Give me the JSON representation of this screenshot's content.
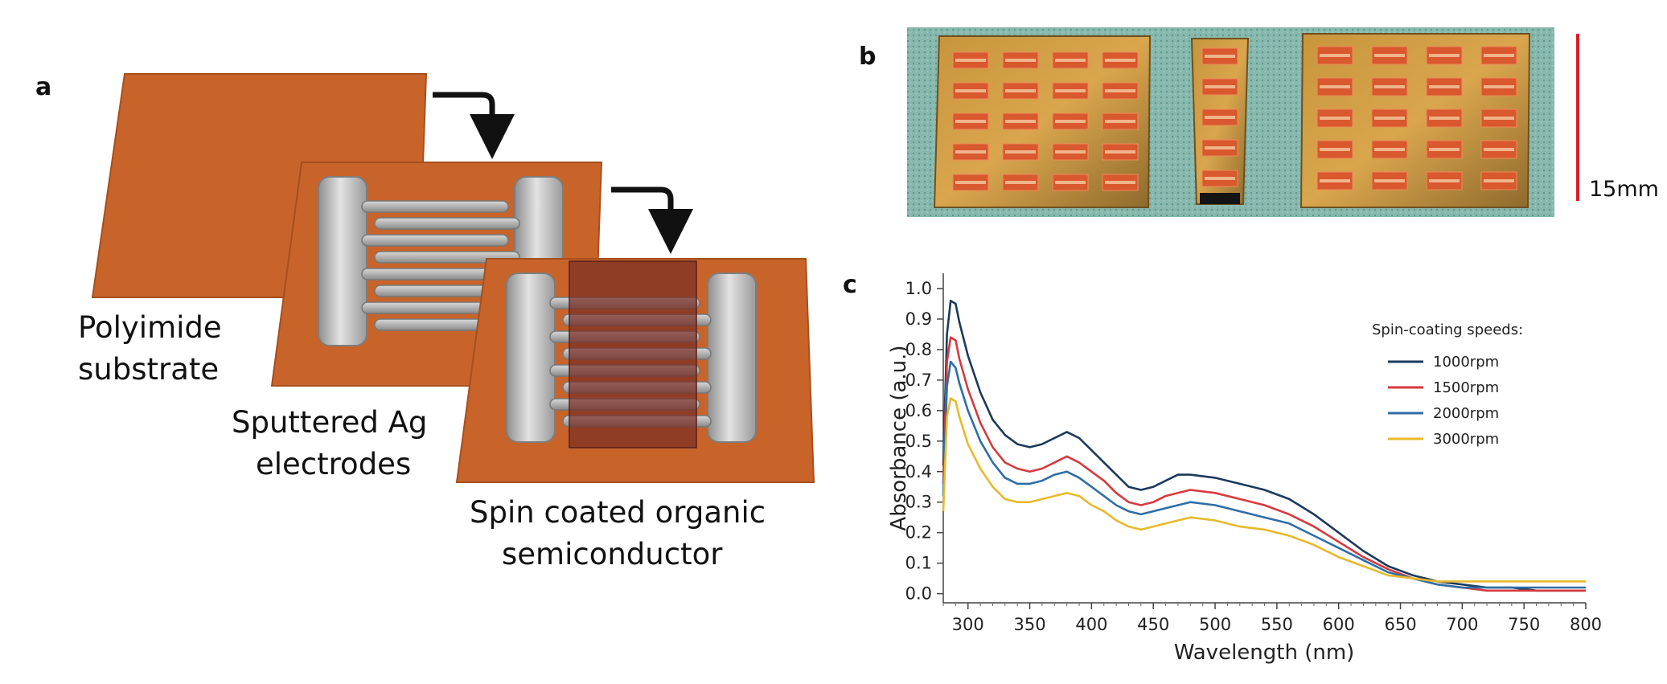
{
  "panels": {
    "a": {
      "letter": "a",
      "layer1_label_line1": "Polyimide",
      "layer1_label_line2": "substrate",
      "layer2_label_line1": "Sputtered Ag",
      "layer2_label_line2": "electrodes",
      "layer3_label_line1": "Spin coated organic",
      "layer3_label_line2": "semiconductor"
    },
    "b": {
      "letter": "b",
      "scale_label": "15mm"
    },
    "c": {
      "letter": "c"
    }
  },
  "colors": {
    "polyimide": "#c8642a",
    "silver": "#b7b7b7",
    "semiconductor": "#7a2e25",
    "scale_bar": "#d81f26",
    "photo_background": "#7fb3a8"
  },
  "chart_data": {
    "type": "line",
    "title": "",
    "xlabel": "Wavelength (nm)",
    "ylabel": "Absorbance (a.u.)",
    "xlim": [
      280,
      800
    ],
    "ylim": [
      -0.03,
      1.05
    ],
    "xticks": [
      300,
      350,
      400,
      450,
      500,
      550,
      600,
      650,
      700,
      750,
      800
    ],
    "yticks": [
      0.0,
      0.1,
      0.2,
      0.3,
      0.4,
      0.5,
      0.6,
      0.7,
      0.8,
      0.9,
      1.0
    ],
    "ytick_labels": [
      "0.0",
      "0.1",
      "0.2",
      "0.3",
      "0.4",
      "0.5",
      "0.6",
      "0.7",
      "0.8",
      "0.9",
      "1.0"
    ],
    "legend_title": "Spin-coating speeds:",
    "legend_position": "top-right",
    "grid": false,
    "series": [
      {
        "name": "1000rpm",
        "color": "#1b3a5c",
        "x": [
          280,
          283,
          286,
          290,
          293,
          300,
          310,
          320,
          330,
          340,
          350,
          360,
          370,
          380,
          390,
          400,
          410,
          420,
          430,
          440,
          450,
          460,
          470,
          480,
          500,
          520,
          540,
          560,
          580,
          600,
          620,
          640,
          660,
          680,
          700,
          720,
          740,
          760,
          780,
          800
        ],
        "y": [
          0.42,
          0.85,
          0.96,
          0.95,
          0.89,
          0.78,
          0.66,
          0.57,
          0.52,
          0.49,
          0.48,
          0.49,
          0.51,
          0.53,
          0.51,
          0.47,
          0.43,
          0.39,
          0.35,
          0.34,
          0.35,
          0.37,
          0.39,
          0.39,
          0.38,
          0.36,
          0.34,
          0.31,
          0.26,
          0.2,
          0.14,
          0.09,
          0.06,
          0.04,
          0.03,
          0.02,
          0.02,
          0.01,
          0.01,
          0.01
        ]
      },
      {
        "name": "1500rpm",
        "color": "#d63a3f",
        "x": [
          280,
          283,
          286,
          290,
          293,
          300,
          310,
          320,
          330,
          340,
          350,
          360,
          370,
          380,
          390,
          400,
          410,
          420,
          430,
          440,
          450,
          460,
          470,
          480,
          500,
          520,
          540,
          560,
          580,
          600,
          620,
          640,
          660,
          680,
          700,
          720,
          740,
          760,
          780,
          800
        ],
        "y": [
          0.36,
          0.76,
          0.84,
          0.83,
          0.77,
          0.67,
          0.56,
          0.48,
          0.43,
          0.41,
          0.4,
          0.41,
          0.43,
          0.45,
          0.43,
          0.4,
          0.37,
          0.33,
          0.3,
          0.29,
          0.3,
          0.32,
          0.33,
          0.34,
          0.33,
          0.31,
          0.29,
          0.26,
          0.22,
          0.17,
          0.12,
          0.08,
          0.05,
          0.03,
          0.02,
          0.01,
          0.01,
          0.01,
          0.01,
          0.01
        ]
      },
      {
        "name": "2000rpm",
        "color": "#2f6ea6",
        "x": [
          280,
          283,
          286,
          290,
          293,
          300,
          310,
          320,
          330,
          340,
          350,
          360,
          370,
          380,
          390,
          400,
          410,
          420,
          430,
          440,
          450,
          460,
          470,
          480,
          500,
          520,
          540,
          560,
          580,
          600,
          620,
          640,
          660,
          680,
          700,
          720,
          740,
          760,
          780,
          800
        ],
        "y": [
          0.32,
          0.68,
          0.76,
          0.74,
          0.69,
          0.6,
          0.5,
          0.43,
          0.38,
          0.36,
          0.36,
          0.37,
          0.39,
          0.4,
          0.38,
          0.35,
          0.32,
          0.29,
          0.27,
          0.26,
          0.27,
          0.28,
          0.29,
          0.3,
          0.29,
          0.27,
          0.25,
          0.23,
          0.19,
          0.15,
          0.11,
          0.07,
          0.05,
          0.03,
          0.02,
          0.02,
          0.02,
          0.02,
          0.02,
          0.02
        ]
      },
      {
        "name": "3000rpm",
        "color": "#e8b92b",
        "x": [
          280,
          283,
          286,
          290,
          293,
          300,
          310,
          320,
          330,
          340,
          350,
          360,
          370,
          380,
          390,
          400,
          410,
          420,
          430,
          440,
          450,
          460,
          470,
          480,
          500,
          520,
          540,
          560,
          580,
          600,
          620,
          640,
          660,
          680,
          700,
          720,
          740,
          760,
          780,
          800
        ],
        "y": [
          0.27,
          0.58,
          0.64,
          0.63,
          0.58,
          0.49,
          0.41,
          0.35,
          0.31,
          0.3,
          0.3,
          0.31,
          0.32,
          0.33,
          0.32,
          0.29,
          0.27,
          0.24,
          0.22,
          0.21,
          0.22,
          0.23,
          0.24,
          0.25,
          0.24,
          0.22,
          0.21,
          0.19,
          0.16,
          0.12,
          0.09,
          0.06,
          0.05,
          0.04,
          0.04,
          0.04,
          0.04,
          0.04,
          0.04,
          0.04
        ]
      }
    ]
  }
}
